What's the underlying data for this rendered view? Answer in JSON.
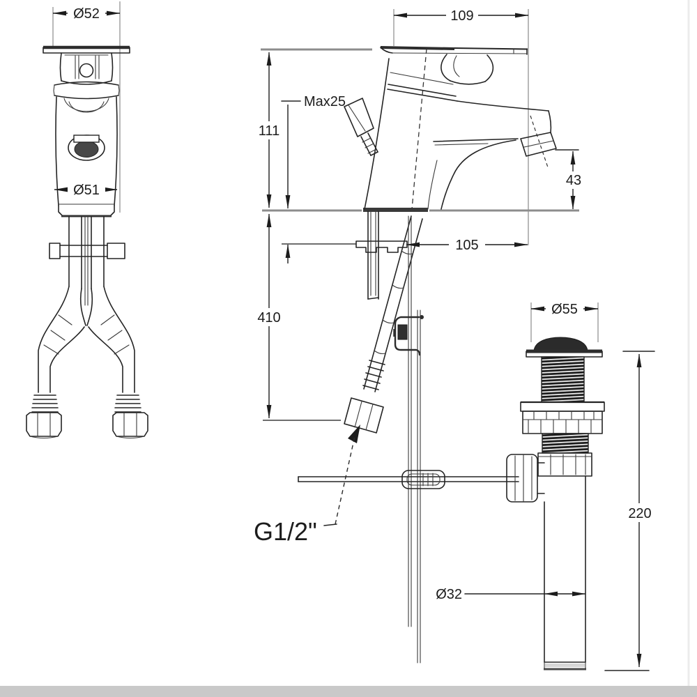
{
  "diagram": {
    "type": "technical-dimension-drawing",
    "subject": "Single-lever basin mixer tap with flexible supply hoses and pop-up waste drain",
    "unit": "mm",
    "colors": {
      "line": "#242424",
      "dim_gray": "#8d8d8d",
      "background": "#ffffff",
      "footer_bar": "#c9c9c9"
    },
    "views": {
      "front": {
        "name": "front view",
        "dims": {
          "top_diameter": "Ø52",
          "body_diameter": "Ø51"
        }
      },
      "side": {
        "name": "side view",
        "dims": {
          "handle_length": "109",
          "body_height": "111",
          "max_deck_thickness": "Max25",
          "spout_height": "43",
          "spout_reach": "105",
          "hose_length": "410",
          "thread_size": "G1/2\""
        }
      },
      "drain": {
        "name": "pop-up drain view",
        "dims": {
          "flange_diameter": "Ø55",
          "drain_height": "220",
          "tailpipe_diameter": "Ø32"
        }
      }
    }
  }
}
